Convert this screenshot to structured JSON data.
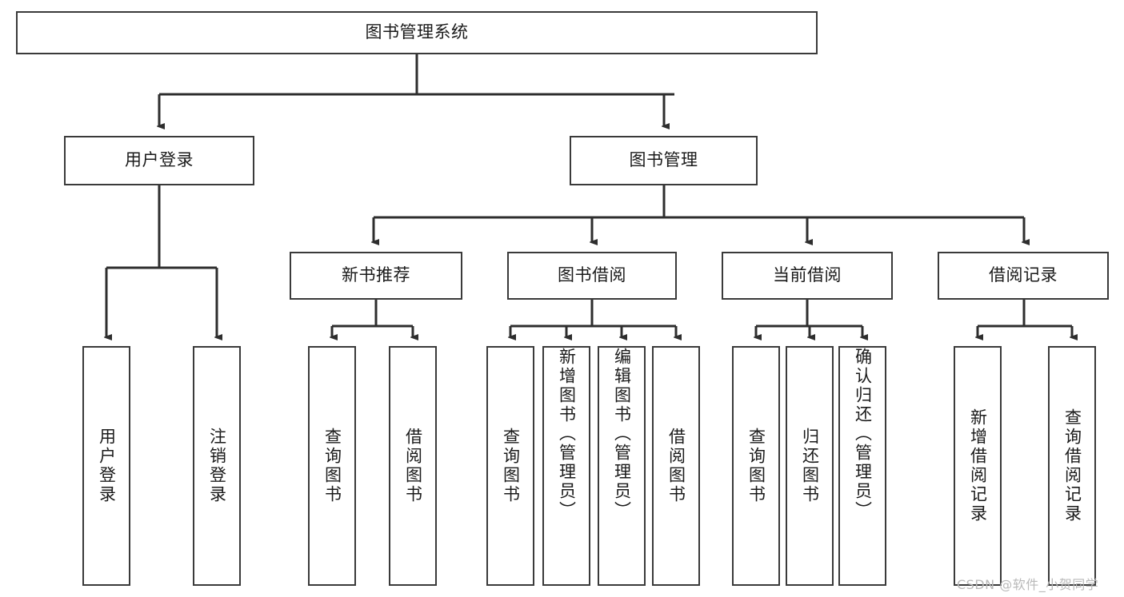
{
  "diagram": {
    "type": "tree-hierarchy-functional-decomposition",
    "title": "图书管理系统",
    "watermark": "CSDN @软件_小贺同学",
    "colors": {
      "box_border": "#3a3a3a",
      "box_fill": "#ffffff",
      "connector": "#2e2e2e",
      "text": "#1a1a1a",
      "watermark": "#b9b9b9",
      "background": "#ffffff"
    },
    "root": {
      "label": "图书管理系统"
    },
    "level2": [
      {
        "label": "用户登录"
      },
      {
        "label": "图书管理"
      }
    ],
    "level3": [
      {
        "label": "新书推荐"
      },
      {
        "label": "图书借阅"
      },
      {
        "label": "当前借阅"
      },
      {
        "label": "借阅记录"
      }
    ],
    "leaves": {
      "user_login": [
        {
          "label": "用户登录"
        },
        {
          "label": "注销登录"
        }
      ],
      "new_book_recommend": [
        {
          "label": "查询图书"
        },
        {
          "label": "借阅图书"
        }
      ],
      "book_borrow": [
        {
          "label": "查询图书"
        },
        {
          "label": "新增图书（管理员）"
        },
        {
          "label": "编辑图书（管理员）"
        },
        {
          "label": "借阅图书"
        }
      ],
      "current_borrow": [
        {
          "label": "查询图书"
        },
        {
          "label": "归还图书"
        },
        {
          "label": "确认归还（管理员）"
        }
      ],
      "borrow_record": [
        {
          "label": "新增借阅记录"
        },
        {
          "label": "查询借阅记录"
        }
      ]
    }
  }
}
